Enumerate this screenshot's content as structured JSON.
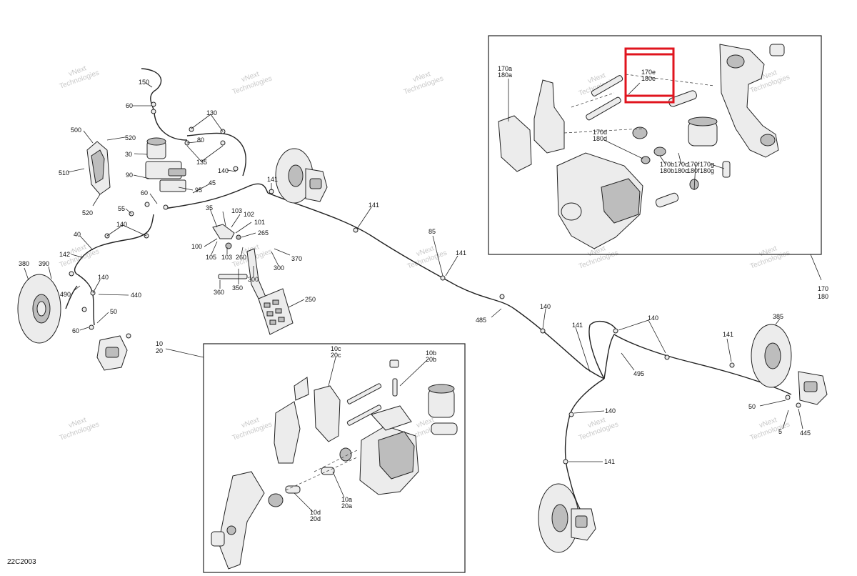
{
  "diagram_code": "22C2003",
  "watermark": {
    "line1": "vNext",
    "line2": "Technologies"
  },
  "highlight_color": "#e0141e",
  "callouts": {
    "c150": "150",
    "c60a": "60",
    "c130": "130",
    "c500": "500",
    "c520a": "520",
    "c80": "80",
    "c30": "30",
    "c135": "135",
    "c510": "510",
    "c140a": "140",
    "c141a": "141",
    "c90": "90",
    "c45": "45",
    "c95": "95",
    "c60b": "60",
    "c520b": "520",
    "c55": "55",
    "c35": "35",
    "c103a": "103",
    "c102": "102",
    "c141b": "141",
    "c140b": "140",
    "c101": "101",
    "c265": "265",
    "c40": "40",
    "c100": "100",
    "c105": "105",
    "c103b": "103",
    "c260": "260",
    "c85": "85",
    "c142": "142",
    "c380": "380",
    "c390": "390",
    "c370": "370",
    "c300a": "300",
    "c141c": "141",
    "c140c": "140",
    "c300b": "300",
    "c360": "360",
    "c350": "350",
    "c490": "490",
    "c440": "440",
    "c250": "250",
    "c50a": "50",
    "c60c": "60",
    "c140d": "140",
    "c485": "485",
    "c141d": "141",
    "c140e": "140",
    "c10": "10",
    "c20": "20",
    "c385": "385",
    "c141e": "141",
    "c495": "495",
    "c170": "170",
    "c180": "180",
    "c140f": "140",
    "c50b": "50",
    "c5x": "5",
    "c445": "445",
    "c141f": "141",
    "c170a": "170a",
    "c180a": "180a",
    "c170e": "170e",
    "c180e": "180e",
    "c170d": "170d",
    "c180d": "180d",
    "c170b": "170b",
    "c180b": "180b",
    "c170c": "170c",
    "c180c": "180c",
    "c170f": "170f",
    "c180f": "180f",
    "c170g": "170g",
    "c180g": "180g",
    "c10c": "10c",
    "c20c": "20c",
    "c10b": "10b",
    "c20b": "20b",
    "c10a": "10a",
    "c20a": "20a",
    "c10d": "10d",
    "c20d": "20d"
  }
}
